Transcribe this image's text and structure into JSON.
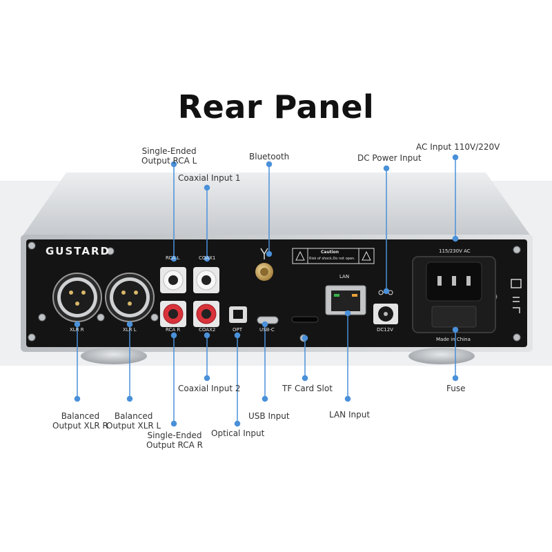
{
  "title": "Rear Panel",
  "brand": "GUSTARD",
  "panel_markings": {
    "rca_l": "RCA L",
    "coax1": "COAX1",
    "rca_r": "RCA R",
    "coax2": "COAX2",
    "opt": "OPT",
    "usbc": "USB-C",
    "lan": "LAN",
    "dc": "DC12V",
    "xlr_r": "XLR R",
    "xlr_l": "XLR L",
    "ac": "115/230V AC",
    "made_in": "Made in China",
    "caution_title": "Caution",
    "caution_text": "Risk of shock.Do not open."
  },
  "callouts": {
    "se_rca_l": [
      "Single-Ended",
      "Output RCA L"
    ],
    "coax1": "Coaxial Input 1",
    "bluetooth": "Bluetooth",
    "dc_power": "DC Power Input",
    "ac_input": "AC Input 110V/220V",
    "bal_xlr_r": [
      "Balanced",
      "Output XLR R"
    ],
    "bal_xlr_l": [
      "Balanced",
      "Output XLR L"
    ],
    "se_rca_r": [
      "Single-Ended",
      "Output RCA R"
    ],
    "coax2": "Coaxial Input 2",
    "optical": "Optical Input",
    "usb": "USB Input",
    "tf_card": "TF Card Slot",
    "lan_input": "LAN Input",
    "fuse": "Fuse"
  },
  "colors": {
    "callout_line": "#4a90d9",
    "panel_black": "#141414",
    "chassis_silver": "#c9cbcf"
  }
}
